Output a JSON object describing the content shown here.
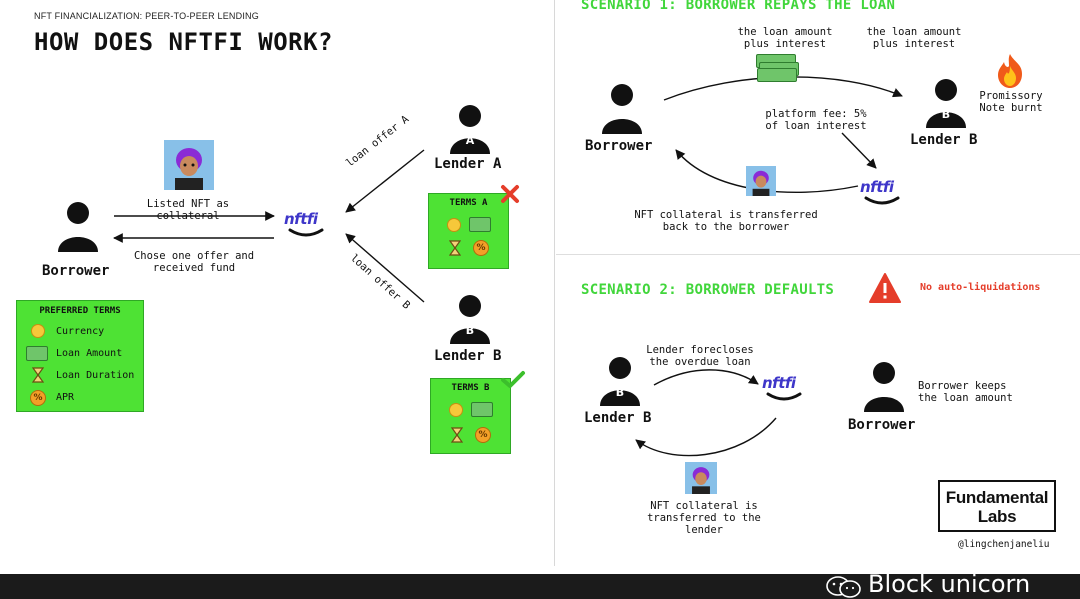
{
  "header": {
    "subtitle": "NFT FINANCIALIZATION: PEER-TO-PEER LENDING",
    "title": "HOW DOES NFTFI WORK?"
  },
  "left": {
    "borrower_label": "Borrower",
    "listed_label": "Listed NFT as collateral",
    "chose_label": "Chose one offer and received fund",
    "platform_logo": "nftfi",
    "loan_offer_a": "loan offer A",
    "loan_offer_b": "loan offer B",
    "lender_a_label": "Lender A",
    "lender_a_badge": "A",
    "lender_b_label": "Lender B",
    "lender_b_badge": "B",
    "terms_a": "TERMS A",
    "terms_b": "TERMS B",
    "preferred_terms": {
      "title": "PREFERRED TERMS",
      "items": [
        {
          "icon": "coin-icon",
          "label": "Currency"
        },
        {
          "icon": "money-icon",
          "label": "Loan Amount"
        },
        {
          "icon": "hourglass-icon",
          "label": "Loan Duration"
        },
        {
          "icon": "percent-icon",
          "label": "APR"
        }
      ]
    }
  },
  "scenario1": {
    "heading": "SCENARIO 1: BORROWER REPAYS THE LOAN",
    "loan_plus_interest_1": "the loan amount plus interest",
    "loan_plus_interest_2": "the loan amount plus interest",
    "borrower_label": "Borrower",
    "platform_fee": "platform fee: 5% of loan interest",
    "lender_b_label": "Lender B",
    "lender_b_badge": "B",
    "promissory": "Promissory Note burnt",
    "collateral_back": "NFT collateral is transferred back to the borrower",
    "platform_logo": "nftfi"
  },
  "scenario2": {
    "heading": "SCENARIO 2: BORROWER DEFAULTS",
    "warning": "No auto-liquidations",
    "forecloses": "Lender forecloses the overdue loan",
    "lender_b_label": "Lender B",
    "lender_b_badge": "B",
    "platform_logo": "nftfi",
    "borrower_label": "Borrower",
    "borrower_keeps": "Borrower keeps the loan amount",
    "collateral_to_lender": "NFT collateral is transferred to the lender"
  },
  "credit": {
    "brand_line1": "Fundamental",
    "brand_line2": "Labs",
    "handle": "@lingchenjaneliu"
  },
  "footer": {
    "watermark": "Block unicorn"
  },
  "colors": {
    "accent_green": "#41d63b",
    "terms_green": "#4ee234",
    "warning_red": "#e53d2a",
    "nftfi_blue": "#3e36c9"
  }
}
